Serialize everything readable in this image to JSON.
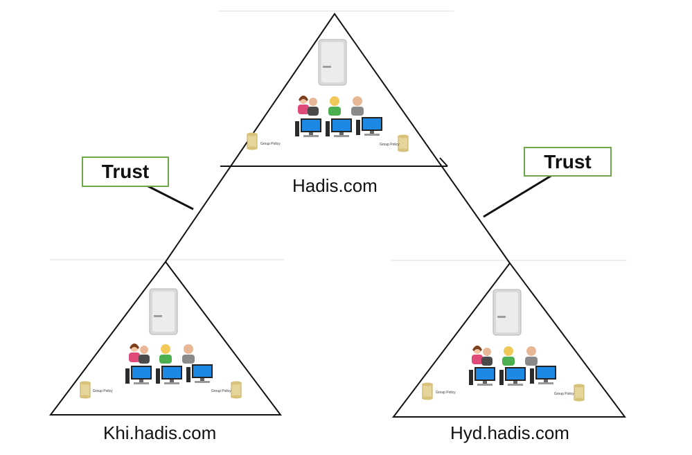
{
  "domains": {
    "root": {
      "name": "Hadis.com"
    },
    "left_child": {
      "name": "Khi.hadis.com"
    },
    "right_child": {
      "name": "Hyd.hadis.com"
    }
  },
  "trust": {
    "left_label": "Trust",
    "right_label": "Trust"
  },
  "group_policy_label": "Group Policy",
  "colors": {
    "outline": "#111111",
    "trust_border": "#6ea64a",
    "server": "#d9d9d9",
    "monitor_screen": "#1e88e5",
    "scroll": "#e6d59a"
  },
  "icons": [
    "server-icon",
    "users-icon",
    "computers-icon",
    "group-policy-icon"
  ]
}
